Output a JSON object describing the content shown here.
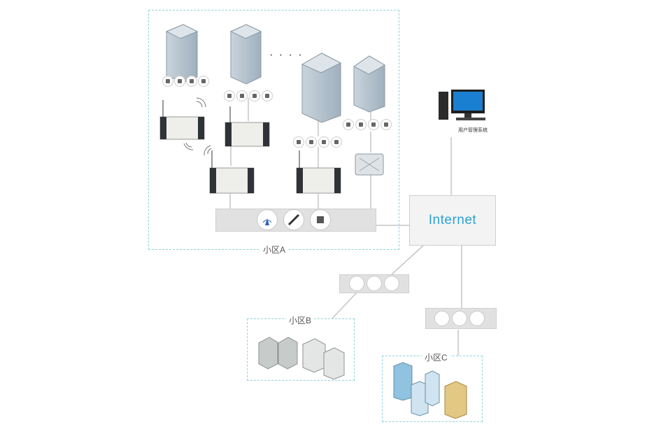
{
  "internet": {
    "label": "Internet"
  },
  "pc": {
    "label": "用户管理系统"
  },
  "zones": {
    "a": {
      "label": "小区A"
    },
    "b": {
      "label": "小区B"
    },
    "c": {
      "label": "小区C"
    }
  },
  "ellipsis": "· · · ·",
  "colors": {
    "accent": "#2aa2d6",
    "dashed": "#8fd3dc",
    "line": "#b8b8b8",
    "bar": "#e1e1e1"
  },
  "icons": [
    "wireless-antenna-icon",
    "ethernet-cable-icon",
    "broadband-connector-icon",
    "building-icon",
    "computer-icon",
    "concentrator-icon",
    "meter-icon"
  ]
}
